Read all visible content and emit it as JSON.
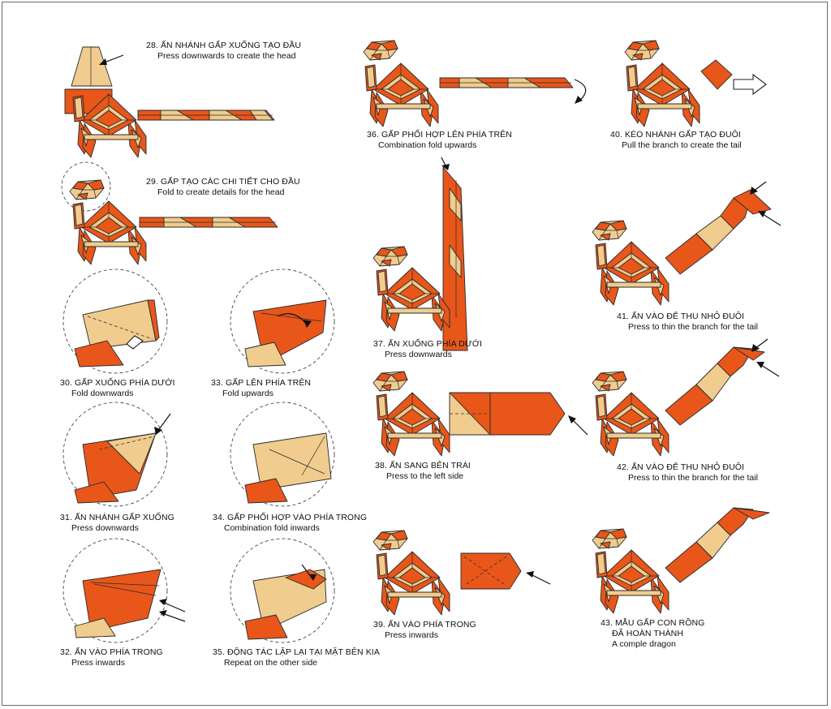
{
  "colors": {
    "orange": "#e8561a",
    "tan": "#f0cc8e",
    "outline": "#2a2a2a"
  },
  "steps": [
    {
      "num": "28.",
      "vi": "ẤN NHÁNH GẤP XUỐNG TẠO ĐẦU",
      "en": "Press downwards to create the head"
    },
    {
      "num": "29.",
      "vi": "GẤP TẠO CÁC CHI TIẾT CHO ĐẦU",
      "en": "Fold to create details for the head"
    },
    {
      "num": "30.",
      "vi": "GẤP XUỐNG PHÍA DƯỚI",
      "en": "Fold downwards"
    },
    {
      "num": "31.",
      "vi": "ẤN NHÁNH GẤP XUỐNG",
      "en": "Press downwards"
    },
    {
      "num": "32.",
      "vi": "ẤN VÀO PHÍA TRONG",
      "en": "Press inwards"
    },
    {
      "num": "33.",
      "vi": "GẤP LÊN PHÍA TRÊN",
      "en": "Fold upwards"
    },
    {
      "num": "34.",
      "vi": "GẤP PHỐI HỢP VÀO PHÍA TRONG",
      "en": "Combination fold inwards"
    },
    {
      "num": "35.",
      "vi": "ĐỘNG TÁC LẶP LẠI TẠI MẶT BÊN KIA",
      "en": "Repeat on the other side"
    },
    {
      "num": "36.",
      "vi": "GẤP PHỐI HỢP LÊN PHÍA TRÊN",
      "en": "Combination fold upwards"
    },
    {
      "num": "37.",
      "vi": "ẤN XUỐNG PHÍA DƯỚI",
      "en": "Press downwards"
    },
    {
      "num": "38.",
      "vi": "ẤN SANG BÊN TRÁI",
      "en": "Press to the left side"
    },
    {
      "num": "39.",
      "vi": "ẤN VÀO PHÍA TRONG",
      "en": "Press inwards"
    },
    {
      "num": "40.",
      "vi": "KÉO NHÁNH GẤP TẠO ĐUÔI",
      "en": "Pull the branch to create the tail"
    },
    {
      "num": "41.",
      "vi": "ẤN VÀO ĐỂ THU NHỎ ĐUÔI",
      "en": "Press to thin the branch for the tail"
    },
    {
      "num": "42.",
      "vi": "ẤN VÀO ĐỂ THU NHỎ ĐUÔI",
      "en": "Press to thin the branch for the tail"
    },
    {
      "num": "43.",
      "vi": "MẪU GẤP CON RỒNG",
      "vi2": "ĐÃ HOÀN THÀNH",
      "en": "A comple dragon"
    }
  ]
}
